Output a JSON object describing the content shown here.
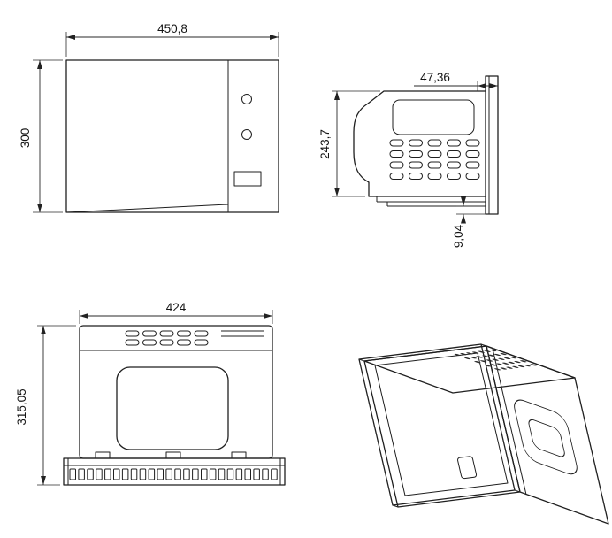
{
  "page": {
    "background_color": "#ffffff",
    "line_color": "#1f1f1f"
  },
  "views": {
    "front": {
      "dim_width": "450,8",
      "dim_height": "300"
    },
    "side": {
      "dim_depth": "47,36",
      "dim_height": "243,7",
      "dim_bottom_gap": "9,04"
    },
    "rear": {
      "dim_width": "424",
      "dim_height": "315,05"
    }
  }
}
